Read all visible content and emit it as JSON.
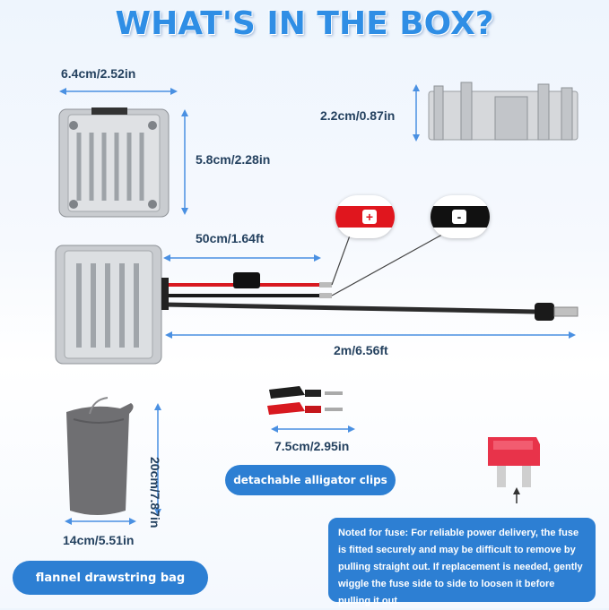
{
  "title": "WHAT'S IN THE BOX?",
  "dimensions": {
    "converter_width": "6.4cm/2.52in",
    "converter_height": "5.8cm/2.28in",
    "converter_depth": "2.2cm/0.87in",
    "cable_short": "50cm/1.64ft",
    "cable_long": "2m/6.56ft",
    "clips_length": "7.5cm/2.95in",
    "bag_height": "20cm/7.87in",
    "bag_width": "14cm/5.51in"
  },
  "labels": {
    "clips": "detachable alligator clips",
    "bag": "flannel drawstring bag",
    "positive": "+",
    "negative": "-"
  },
  "note": {
    "prefix": "Noted for fuse:",
    "text": "For reliable power delivery, the fuse is fitted securely and may be difficult to remove by pulling straight out. If replacement is needed, gently wiggle the fuse side to side to loosen it before pulling it out."
  },
  "colors": {
    "accent": "#2d7fd3",
    "title": "#2f8ee5",
    "positive_wire": "#e0161e",
    "negative_wire": "#111111"
  }
}
